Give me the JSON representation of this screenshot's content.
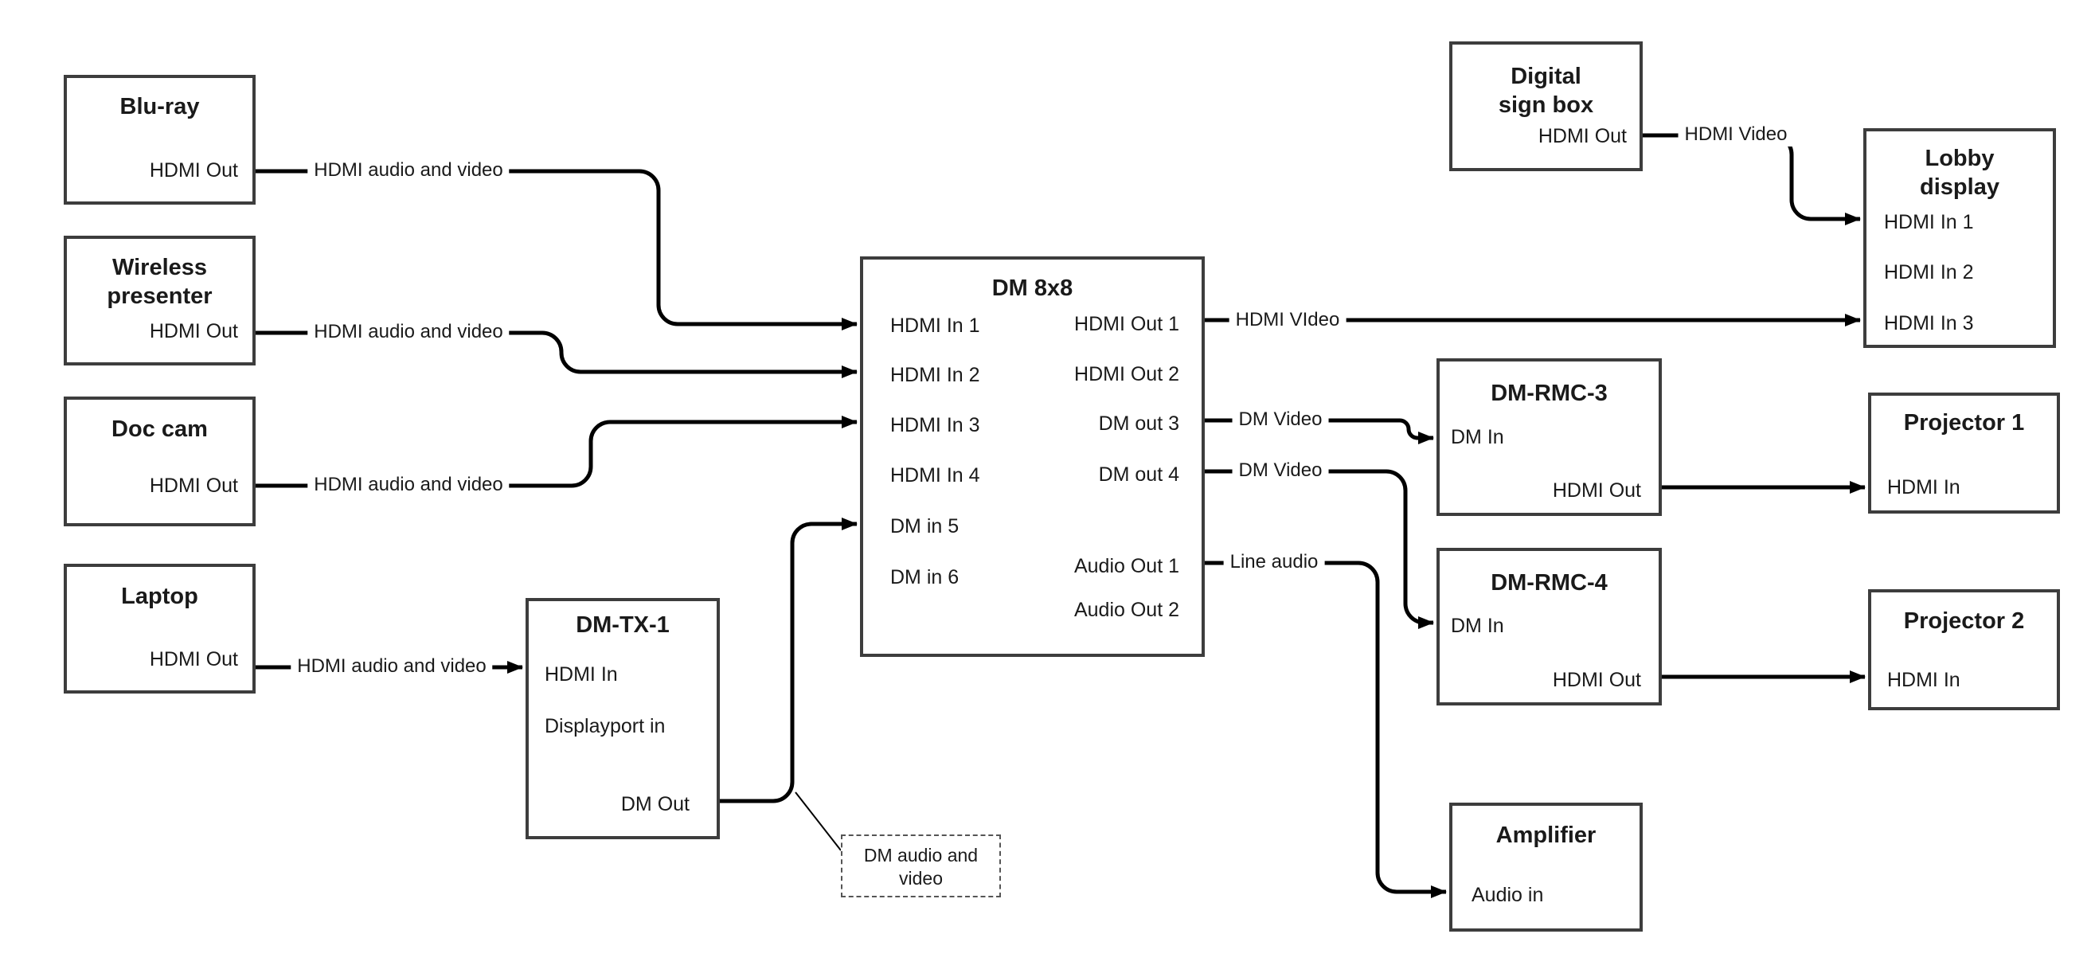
{
  "nodes": {
    "blu_ray": {
      "title": "Blu-ray",
      "ports": [
        {
          "label": "HDMI Out"
        }
      ]
    },
    "wireless_presenter": {
      "title": "Wireless presenter",
      "ports": [
        {
          "label": "HDMI Out"
        }
      ]
    },
    "doc_cam": {
      "title": "Doc cam",
      "ports": [
        {
          "label": "HDMI Out"
        }
      ]
    },
    "laptop": {
      "title": "Laptop",
      "ports": [
        {
          "label": "HDMI Out"
        }
      ]
    },
    "dm_tx_1": {
      "title": "DM-TX-1",
      "ports": [
        {
          "label": "HDMI In"
        },
        {
          "label": "Displayport in"
        },
        {
          "label": "DM Out"
        }
      ]
    },
    "dm_8x8": {
      "title": "DM 8x8",
      "inputs": [
        {
          "label": "HDMI In 1"
        },
        {
          "label": "HDMI In 2"
        },
        {
          "label": "HDMI In 3"
        },
        {
          "label": "HDMI In 4"
        },
        {
          "label": "DM in 5"
        },
        {
          "label": "DM in 6"
        }
      ],
      "outputs": [
        {
          "label": "HDMI Out 1"
        },
        {
          "label": "HDMI Out 2"
        },
        {
          "label": "DM out 3"
        },
        {
          "label": "DM out 4"
        },
        {
          "label": "Audio Out 1"
        },
        {
          "label": "Audio Out 2"
        }
      ]
    },
    "digital_sign_box": {
      "title": "Digital sign box",
      "ports": [
        {
          "label": "HDMI Out"
        }
      ]
    },
    "lobby_display": {
      "title": "Lobby display",
      "ports": [
        {
          "label": "HDMI In 1"
        },
        {
          "label": "HDMI In 2"
        },
        {
          "label": "HDMI In 3"
        }
      ]
    },
    "dm_rmc_3": {
      "title": "DM-RMC-3",
      "ports": [
        {
          "label": "DM In"
        },
        {
          "label": "HDMI Out"
        }
      ]
    },
    "projector_1": {
      "title": "Projector 1",
      "ports": [
        {
          "label": "HDMI In"
        }
      ]
    },
    "dm_rmc_4": {
      "title": "DM-RMC-4",
      "ports": [
        {
          "label": "DM In"
        },
        {
          "label": "HDMI Out"
        }
      ]
    },
    "projector_2": {
      "title": "Projector 2",
      "ports": [
        {
          "label": "HDMI In"
        }
      ]
    },
    "amplifier": {
      "title": "Amplifier",
      "ports": [
        {
          "label": "Audio in"
        }
      ]
    }
  },
  "edge_labels": {
    "bluray_to_dm8x8": "HDMI audio and video",
    "wireless_to_dm8x8": "HDMI audio and video",
    "doccam_to_dm8x8": "HDMI audio and video",
    "laptop_to_dmtx1": "HDMI audio and video",
    "dm8x8_to_lobby": "HDMI VIdeo",
    "sign_to_lobby": "HDMI Video",
    "dm8x8_to_rmc3": "DM Video",
    "dm8x8_to_rmc4": "DM Video",
    "dm8x8_to_amplifier": "Line audio"
  },
  "annotation": {
    "text": "DM audio and video"
  },
  "colors": {
    "wire": "#000000",
    "box_border": "#3d3d3d",
    "background": "#ffffff"
  }
}
